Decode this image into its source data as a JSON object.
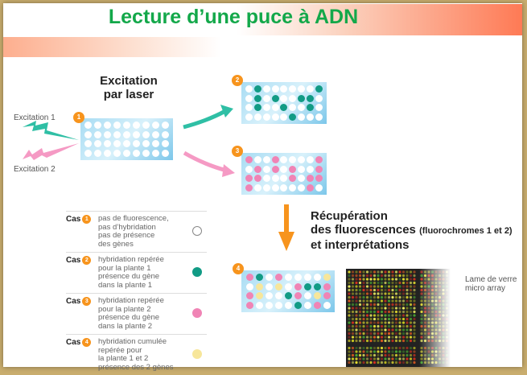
{
  "title": "Lecture d’une puce à ADN",
  "excitation_heading": [
    "Excitation",
    "par laser"
  ],
  "excitation_labels": [
    "Excitation 1",
    "Excitation 2"
  ],
  "recovery_heading": {
    "line1": "Récupération",
    "line2": "des fluorescences",
    "line2_small": "(fluorochromes 1 et 2)",
    "line3": "et interprétations"
  },
  "microarray_label": [
    "Lame de verre",
    "micro array"
  ],
  "chips": [
    {
      "number": "1",
      "rows": [
        "wwwwwwwww",
        "wwwwwwwww",
        "wwwwwwwww",
        "wwwwwwwww"
      ]
    },
    {
      "number": "2",
      "rows": [
        "wgwwwwwwg",
        "wgwgwwggw",
        "wgwwgwwgw",
        "wwwwwgwww"
      ]
    },
    {
      "number": "3",
      "rows": [
        "pwwpwwwwp",
        "wpwpwpwwp",
        "ppwwwpwpp",
        "pwwwwwwpw"
      ]
    },
    {
      "number": "4",
      "rows": [
        "pgwpwwwwy",
        "wywywpggp",
        "pywwgpwyp",
        "pwwwwgwpw"
      ]
    }
  ],
  "legend": [
    {
      "cas": "Cas",
      "number": "1",
      "lines": [
        "pas de fluorescence,",
        "pas d’hybridation",
        "pas de présence",
        "des gènes"
      ],
      "symbol": "empty"
    },
    {
      "cas": "Cas",
      "number": "2",
      "lines": [
        "hybridation repérée",
        "pour la plante 1",
        "présence du gène",
        "dans la plante 1"
      ],
      "symbol": "#119b85"
    },
    {
      "cas": "Cas",
      "number": "3",
      "lines": [
        "hybridation repérée",
        "pour la plante 2",
        "présence du gène",
        "dans la plante 2"
      ],
      "symbol": "#f084b5"
    },
    {
      "cas": "Cas",
      "number": "4",
      "lines": [
        "hybridation cumulée",
        "repérée pour",
        "la plante 1 et 2",
        "présence des 2 gènes"
      ],
      "symbol": "#f7e69a"
    }
  ],
  "colors": {
    "title": "#13a84a",
    "teal": "#2fbfa5",
    "pink": "#f59ac4",
    "orange": "#f7941d"
  }
}
